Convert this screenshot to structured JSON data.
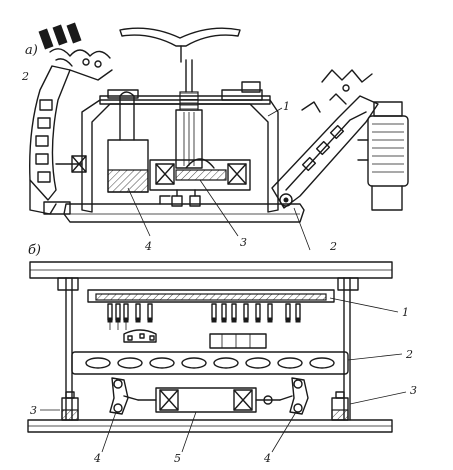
{
  "panel_a": {
    "label": "а)",
    "callouts": [
      "1",
      "2",
      "2",
      "3",
      "4"
    ]
  },
  "panel_b": {
    "label": "б)",
    "callouts": [
      "1",
      "2",
      "3",
      "3",
      "4",
      "4",
      "5"
    ]
  },
  "colors": {
    "ink": "#1a1a1a",
    "paper": "#ffffff"
  }
}
